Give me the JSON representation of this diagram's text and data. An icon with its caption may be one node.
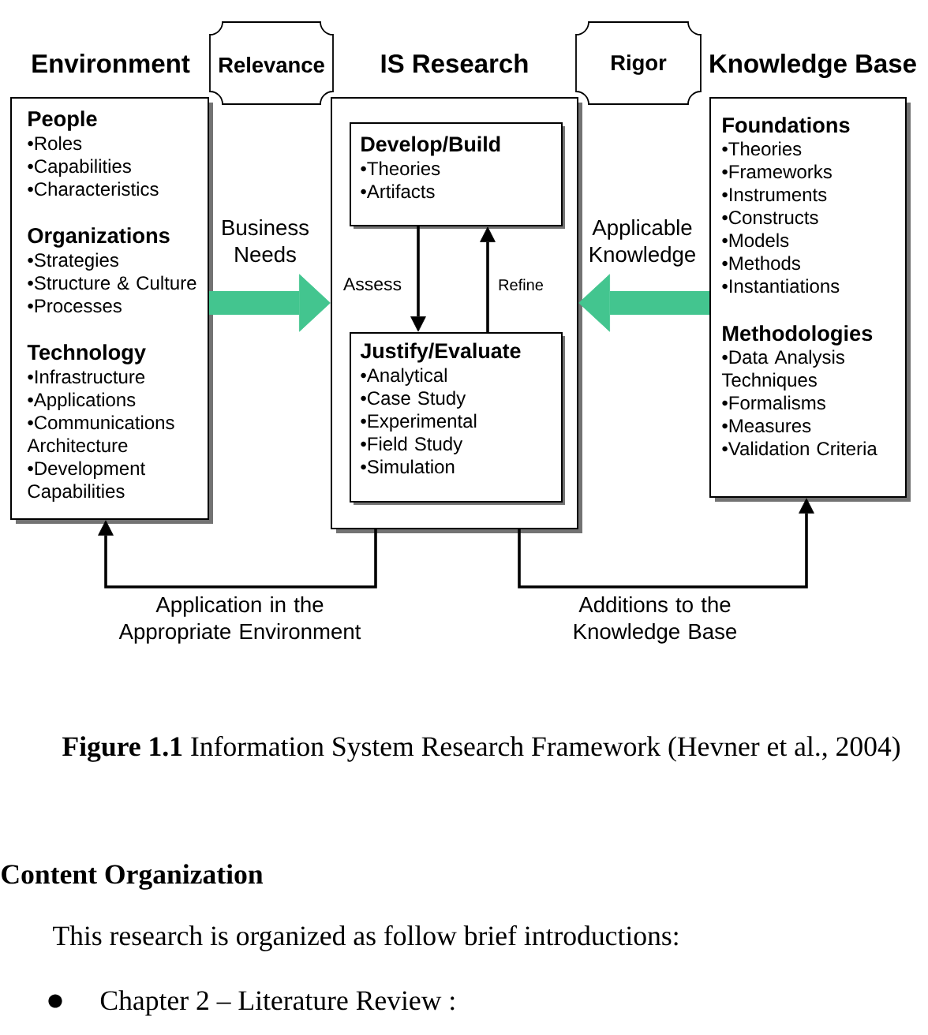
{
  "diagram": {
    "caption": "**Figure 1.1** Information System Research Framework (Hevner et al., 2004)",
    "nodes": [
      {
        "text": [
          "Environment",
          "People",
          "•Roles",
          "•Capabilities",
          "•Characteristics",
          "Organizations",
          "•Strategies",
          "•Structure & Culture",
          "•Processes",
          "Technology",
          "•Infrastructure",
          "•Applications",
          "•Communications Architecture",
          "•Development Capabilities"
        ]
      },
      {
        "text": [
          "Relevance"
        ]
      },
      {
        "text": [
          "IS Research"
        ]
      },
      {
        "text": [
          "Develop/Build",
          "•Theories",
          "•Artifacts"
        ],
        "in": 2
      },
      {
        "text": [
          "Justify/Evaluate",
          "•Analytical",
          "•Case Study",
          "•Experimental",
          "•Field Study",
          "•Simulation"
        ],
        "in": 2
      },
      {
        "text": [
          "Rigor"
        ]
      },
      {
        "text": [
          "Knowledge Base",
          "Foundations",
          "•Theories",
          "•Frameworks",
          "•Instruments",
          "•Constructs",
          "•Models",
          "•Methods",
          "•Instantiations",
          "Methodologies",
          "•Data Analysis Techniques",
          "•Formalisms",
          "•Measures",
          "•Validation Criteria"
        ]
      }
    ],
    "edges": [
      {
        "from": 0,
        "to": 2,
        "arrow": "to",
        "label": "Business Needs",
        "style": "thick",
        "color": "#43c58f"
      },
      {
        "from": 6,
        "to": 2,
        "arrow": "to",
        "label": "Applicable Knowledge",
        "style": "thick",
        "color": "#43c58f"
      },
      {
        "from": 3,
        "to": 4,
        "arrow": "to",
        "label": "Assess"
      },
      {
        "from": 4,
        "to": 3,
        "arrow": "to",
        "label": "Refine"
      },
      {
        "from": 2,
        "to": 0,
        "arrow": "to",
        "label": "Application in the Appropriate Environment"
      },
      {
        "from": 2,
        "to": 6,
        "arrow": "to",
        "label": "Additions to the Knowledge Base"
      }
    ],
    "labels": [
      "Content Organization",
      "This research is organized as follow brief introductions:",
      "Chapter 2 – Literature Review :"
    ]
  }
}
